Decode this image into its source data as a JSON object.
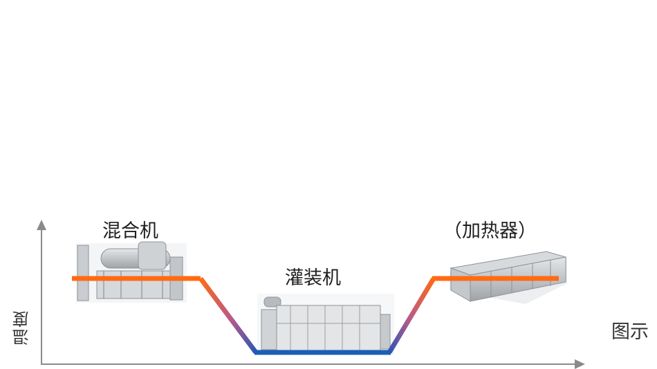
{
  "axes": {
    "y_label": "温度"
  },
  "stages": [
    {
      "name": "混合机",
      "level": "high"
    },
    {
      "name": "灌装机",
      "level": "low"
    },
    {
      "name": "（加热器）",
      "level": "high"
    }
  ],
  "note": "图示",
  "colors": {
    "hot": "#ff6a13",
    "cold": "#1a5fb4",
    "axis": "#8a8a8a",
    "machine": "#b9bcbf"
  }
}
